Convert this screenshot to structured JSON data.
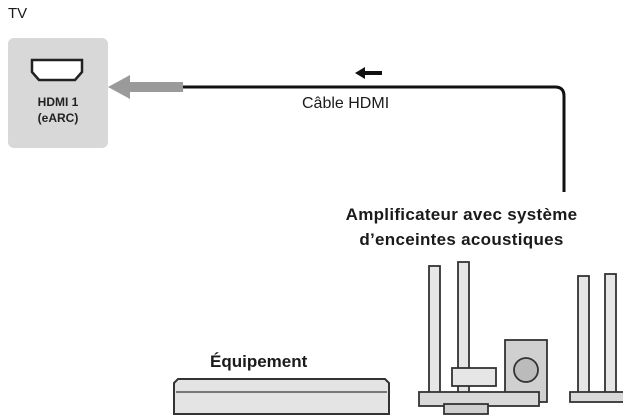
{
  "tv": {
    "label": "TV",
    "port_line1": "HDMI 1",
    "port_line2": "(eARC)"
  },
  "cable": {
    "label": "Câble HDMI",
    "direction_icon": "arrow-left-icon"
  },
  "amplifier": {
    "line1": "Amplificateur avec système",
    "line2": "d’enceintes acoustiques"
  },
  "equipment": {
    "label": "Équipement"
  },
  "colors": {
    "panel": "#d8d8d8",
    "line": "#111111",
    "arrow": "#9a9a9a"
  }
}
